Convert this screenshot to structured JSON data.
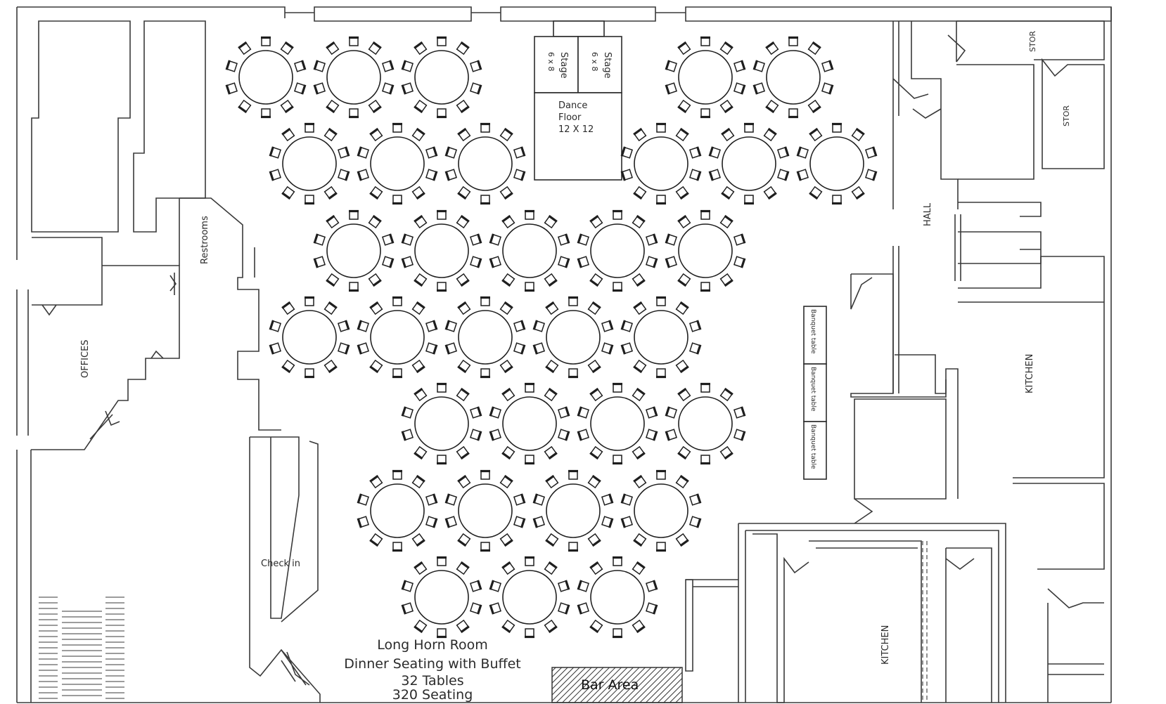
{
  "title": {
    "room": "Long Horn Room",
    "setup": "Dinner Seating with Buffet",
    "tables": "32 Tables",
    "seating": "320 Seating"
  },
  "areas": {
    "stage_left": "Stage",
    "stage_left_size": "6 x 8",
    "stage_right": "Stage",
    "stage_right_size": "6 x 8",
    "dance_floor_line1": "Dance",
    "dance_floor_line2": "Floor",
    "dance_floor_line3": "12 X 12",
    "restrooms": "Restrooms",
    "offices": "OFFICES",
    "check_in": "Check in",
    "hall": "HALL",
    "stor_top": "STOR",
    "stor_right": "STOR",
    "kitchen_right": "KITCHEN",
    "kitchen_bottom": "KITCHEN",
    "bar": "Bar Area"
  },
  "banquet_tables": [
    "Banquet table",
    "Banquet table",
    "Banquet table"
  ],
  "table_rows": [
    {
      "count": 5,
      "seats_per_table": 10
    },
    {
      "count": 6,
      "seats_per_table": 10
    },
    {
      "count": 5,
      "seats_per_table": 10
    },
    {
      "count": 5,
      "seats_per_table": 10
    },
    {
      "count": 4,
      "seats_per_table": 10
    },
    {
      "count": 4,
      "seats_per_table": 10
    },
    {
      "count": 3,
      "seats_per_table": 10
    }
  ],
  "colors": {
    "ink": "#1e1e1e",
    "wall": "#3a3a3a",
    "bar_hatch": "#333333"
  }
}
